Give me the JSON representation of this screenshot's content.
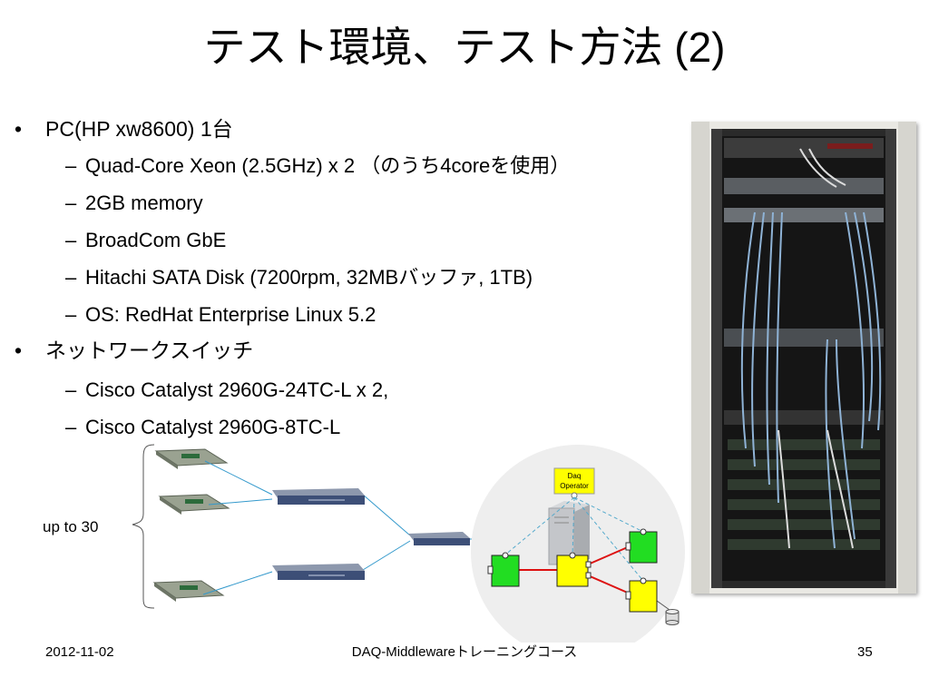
{
  "slide": {
    "title": "テスト環境、テスト方法 (2)",
    "bullets": [
      {
        "text": "PC(HP xw8600) 1台",
        "children": [
          "Quad-Core Xeon (2.5GHz) x 2 （のうち4coreを使用）",
          "2GB memory",
          "BroadCom GbE",
          "Hitachi SATA Disk (7200rpm, 32MBバッファ, 1TB)",
          "OS: RedHat Enterprise Linux 5.2"
        ]
      },
      {
        "text": "ネットワークスイッチ",
        "children": [
          "Cisco Catalyst 2960G-24TC-L x 2,",
          "Cisco Catalyst 2960G-8TC-L"
        ]
      }
    ],
    "bullet_marker": "•",
    "sub_bullet_marker": "–"
  },
  "diagram": {
    "count_label": "up to 30",
    "operator_label_line1": "Daq",
    "operator_label_line2": "Operator",
    "colors": {
      "component_green": "#22dd22",
      "component_yellow": "#ffff00",
      "data_link": "#dd1111",
      "network_link": "#3399cc",
      "control_link": "#55aacc",
      "background_circle": "#eeeeee"
    }
  },
  "footer": {
    "date": "2012-11-02",
    "center": "DAQ-Middlewareトレーニングコース",
    "page": "35"
  }
}
